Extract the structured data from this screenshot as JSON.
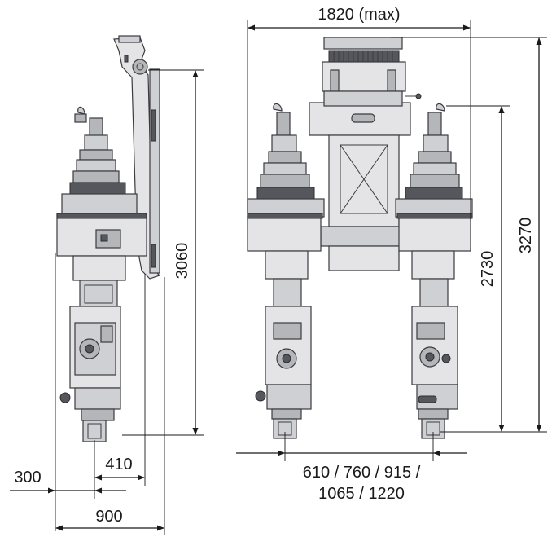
{
  "dimensions": {
    "overall_width": "1820 (max)",
    "total_height": "3270",
    "head_height": "2730",
    "side_height": "3060",
    "side_offset": "410",
    "side_depth": "300",
    "side_width": "900",
    "spacing_line1": "610 / 760 / 915 /",
    "spacing_line2": "1065 / 1220"
  }
}
